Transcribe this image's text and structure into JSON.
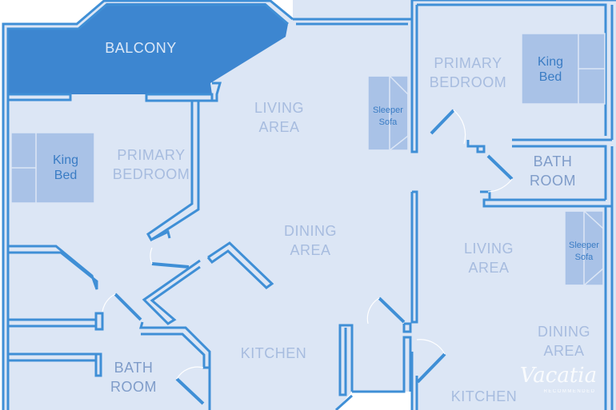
{
  "rooms": {
    "balcony": "BALCONY",
    "left_bedroom": [
      "PRIMARY",
      "BEDROOM"
    ],
    "left_bath": [
      "BATH",
      "ROOM"
    ],
    "living": [
      "LIVING",
      "AREA"
    ],
    "dining": [
      "DINING",
      "AREA"
    ],
    "kitchen": "KITCHEN",
    "right_bedroom": [
      "PRIMARY",
      "BEDROOM"
    ],
    "right_bath": [
      "BATH",
      "ROOM"
    ],
    "right_living": [
      "LIVING",
      "AREA"
    ],
    "right_dining": [
      "DINING",
      "AREA"
    ],
    "right_kitchen": "KITCHEN"
  },
  "furniture": {
    "left_bed": [
      "King",
      "Bed"
    ],
    "right_bed": [
      "King",
      "Bed"
    ],
    "center_sofa": [
      "Sleeper",
      "Sofa"
    ],
    "right_sofa": [
      "Sleeper",
      "Sofa"
    ]
  },
  "watermark": {
    "brand": "Vacatia",
    "tagline": "RECOMMENDED"
  },
  "colors": {
    "floor": "#dce6f5",
    "wall": "#3f8fd6",
    "balcony": "#3d86d0",
    "furniture": "#a9c2e7",
    "label": "#a7bcdf"
  }
}
